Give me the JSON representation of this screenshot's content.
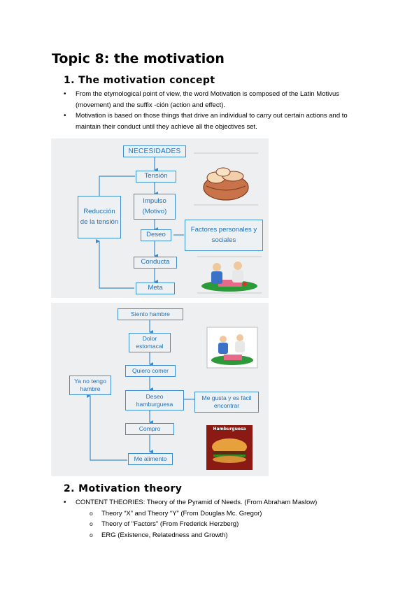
{
  "title": "Topic 8: the motivation",
  "section1": {
    "heading": "1. The motivation concept",
    "bullets": [
      "From the etymological point of view, the word Motivation is composed of the Latin Motivus (movement) and the suffix -ción (action and effect).",
      "Motivation is based on those things that drive an individual to carry out certain actions and to maintain their conduct until they achieve all the objectives set."
    ]
  },
  "diagram1": {
    "nodes": {
      "necesidades": "NECESIDADES",
      "tension": "Tensión",
      "impulso": "Impulso (Motivo)",
      "deseo": "Deseo",
      "conducta": "Conducta",
      "meta": "Meta",
      "reduccion": "Reducción de la tensión",
      "factores": "Factores personales y sociales"
    }
  },
  "diagram2": {
    "nodes": {
      "siento": "Siento hambre",
      "dolor": "Dolor estomacal",
      "quiero": "Quiero comer",
      "deseo": "Deseo hamburguesa",
      "compro": "Compro",
      "alimento": "Me alimento",
      "ya_no": "Ya no tengo hambre",
      "gusta": "Me gusta y es fácil encontrar"
    },
    "label_hamburguesa": "Hamburguesa"
  },
  "section2": {
    "heading": "2. Motivation theory",
    "bullet": "CONTENT THEORIES: Theory of the Pyramid of Needs. (From Abraham Maslow)",
    "subitems": [
      "Theory “X” and Theory “Y” (From Douglas Mc. Gregor)",
      "Theory of \"Factors\" (From Frederick Herzberg)",
      "ERG (Existence, Relatedness and Growth)"
    ]
  },
  "colors": {
    "accent": "#1e6fb6",
    "box_border": "#3c8ecf",
    "diagram_bg": "#eeeff1"
  },
  "icons": {
    "bullet": "•",
    "sub_bullet": "o"
  }
}
